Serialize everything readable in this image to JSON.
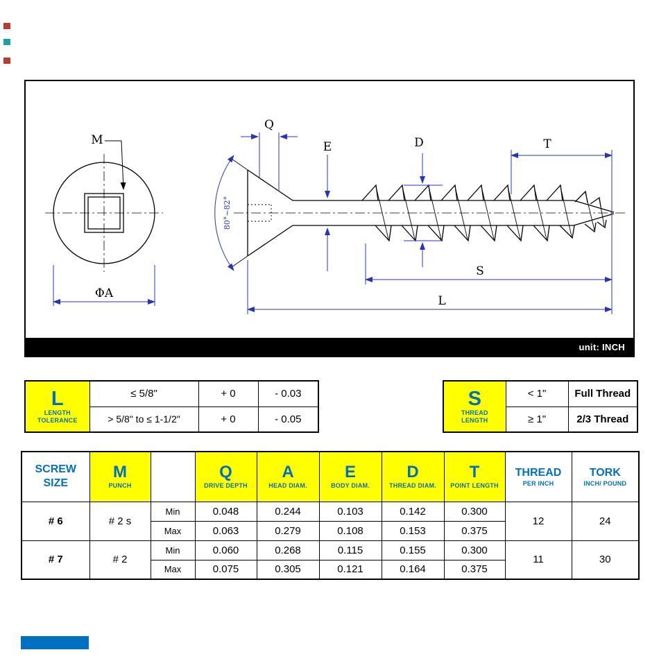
{
  "colors": {
    "accent_blue": "#0070c0",
    "dimension_blue": "#2433c0",
    "highlight_yellow": "#ffff00",
    "bar_black": "#000000"
  },
  "diagram": {
    "unit_label": "unit: INCH",
    "labels": {
      "m": "M",
      "phi_a": "ΦA",
      "q": "Q",
      "e": "E",
      "d": "D",
      "t": "T",
      "s": "S",
      "l": "L",
      "angle": "80°~82°"
    }
  },
  "length_tolerance_table": {
    "header": {
      "letter": "L",
      "line1": "LENGTH",
      "line2": "TOLERANCE"
    },
    "rows": [
      {
        "range": "≤ 5/8\"",
        "plus": "+ 0",
        "minus": "- 0.03"
      },
      {
        "range": "> 5/8\" to ≤ 1-1/2\"",
        "plus": "+ 0",
        "minus": "- 0.05"
      }
    ]
  },
  "thread_length_table": {
    "header": {
      "letter": "S",
      "line1": "THREAD",
      "line2": "LENGTH"
    },
    "rows": [
      {
        "range": "< 1\"",
        "value": "Full Thread"
      },
      {
        "range": "≥ 1\"",
        "value": "2/3 Thread"
      }
    ]
  },
  "spec_table": {
    "headers": {
      "screw_size": {
        "line1": "SCREW",
        "line2": "SIZE"
      },
      "punch": {
        "letter": "M",
        "sub": "PUNCH"
      },
      "q": {
        "letter": "Q",
        "sub": "DRIVE DEPTH"
      },
      "a": {
        "letter": "A",
        "sub": "HEAD DIAM."
      },
      "e": {
        "letter": "E",
        "sub": "BODY DIAM."
      },
      "d": {
        "letter": "D",
        "sub": "THREAD DIAM."
      },
      "t": {
        "letter": "T",
        "sub": "POINT LENGTH"
      },
      "thread": {
        "line1": "THREAD",
        "sub": "PER INCH"
      },
      "tork": {
        "line1": "TORK",
        "sub": "INCH/ POUND"
      }
    },
    "row_labels": {
      "min": "Min",
      "max": "Max"
    },
    "groups": [
      {
        "size": "# 6",
        "punch": "# 2 s",
        "min": [
          "0.048",
          "0.244",
          "0.103",
          "0.142",
          "0.300"
        ],
        "max": [
          "0.063",
          "0.279",
          "0.108",
          "0.153",
          "0.375"
        ],
        "thread_per_inch": "12",
        "tork": "24"
      },
      {
        "size": "# 7",
        "punch": "# 2",
        "min": [
          "0.060",
          "0.268",
          "0.115",
          "0.155",
          "0.300"
        ],
        "max": [
          "0.075",
          "0.305",
          "0.121",
          "0.164",
          "0.375"
        ],
        "thread_per_inch": "11",
        "tork": "30"
      }
    ]
  }
}
